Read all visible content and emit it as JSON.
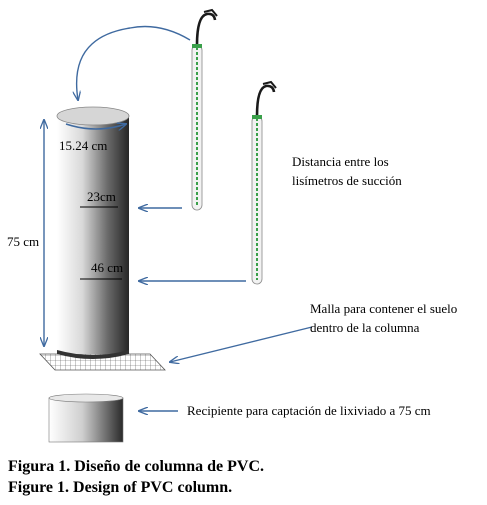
{
  "labels": {
    "diameter": "15.24 cm",
    "height": "75 cm",
    "depth_1": "23cm",
    "depth_2": "46 cm",
    "lysimeter_distance_1": "Distancia entre los",
    "lysimeter_distance_2": "lisímetros de succión",
    "mesh_1": "Malla para contener el suelo",
    "mesh_2": "dentro de la columna",
    "container": "Recipiente para captación de lixiviado a 75 cm"
  },
  "caption": {
    "spanish": "Figura 1. Diseño de columna de PVC.",
    "english": "Figure 1. Design of PVC column."
  },
  "colors": {
    "arrow": "#3f6aa0",
    "lysimeter_tape": "#3aa04a",
    "column_light": "#ffffff",
    "column_dark": "#2b2b2b"
  }
}
